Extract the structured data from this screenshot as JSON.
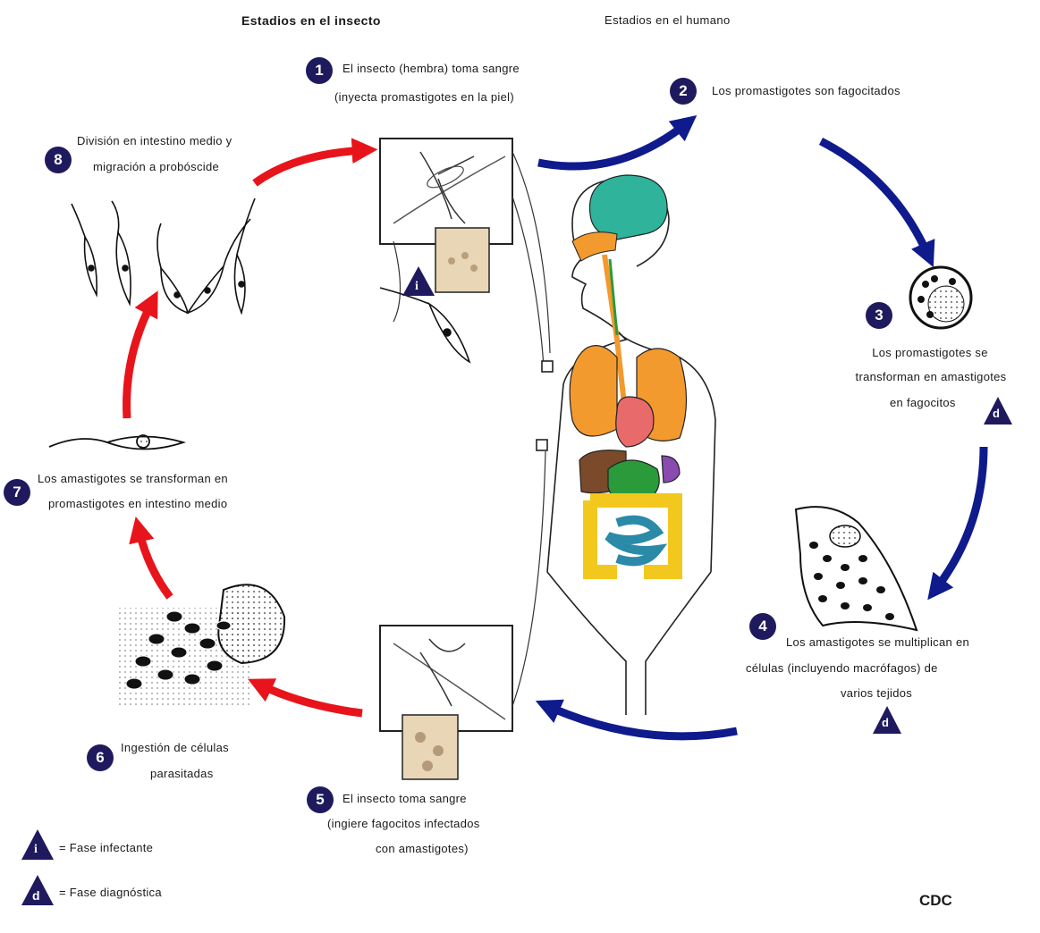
{
  "headers": {
    "insect": "Estadios en el insecto",
    "human": "Estadios en el humano"
  },
  "steps": [
    {
      "number": "1",
      "lines": [
        "El insecto (hembra) toma sangre",
        "(inyecta promastigotes en la piel)"
      ]
    },
    {
      "number": "2",
      "lines": [
        "Los promastigotes son fagocitados"
      ]
    },
    {
      "number": "3",
      "lines": [
        "Los promastigotes se",
        "transforman en amastigotes",
        "en fagocitos"
      ]
    },
    {
      "number": "4",
      "lines": [
        "Los amastigotes se multiplican en",
        "células (incluyendo macrófagos) de",
        "varios tejidos"
      ]
    },
    {
      "number": "5",
      "lines": [
        "El insecto toma sangre",
        "(ingiere fagocitos infectados",
        "con amastigotes)"
      ]
    },
    {
      "number": "6",
      "lines": [
        "Ingestión de células",
        "parasitadas"
      ]
    },
    {
      "number": "7",
      "lines": [
        "Los amastigotes se transforman en",
        "promastigotes en intestino medio"
      ]
    },
    {
      "number": "8",
      "lines": [
        "División en intestino medio y",
        "migración a probóscide"
      ]
    }
  ],
  "stage_badges": {
    "infective": "i",
    "diagnostic": "d"
  },
  "legend": {
    "infective_symbol": "i",
    "infective_label": "= Fase infectante",
    "diagnostic_symbol": "d",
    "diagnostic_label": "= Fase diagnóstica"
  },
  "source": "CDC",
  "colors": {
    "insect_arrow": "#e8141b",
    "human_arrow": "#0f1a8c",
    "badge": "#1f1a5e",
    "brain": "#2fb39a",
    "lungs": "#f39a2e",
    "heart": "#e96a6a",
    "liver": "#7a4a2a",
    "stomach": "#2a9a3a",
    "spleen": "#8a4ab0",
    "large_intestine": "#f2c81e",
    "small_intestine": "#2a8aa8"
  }
}
